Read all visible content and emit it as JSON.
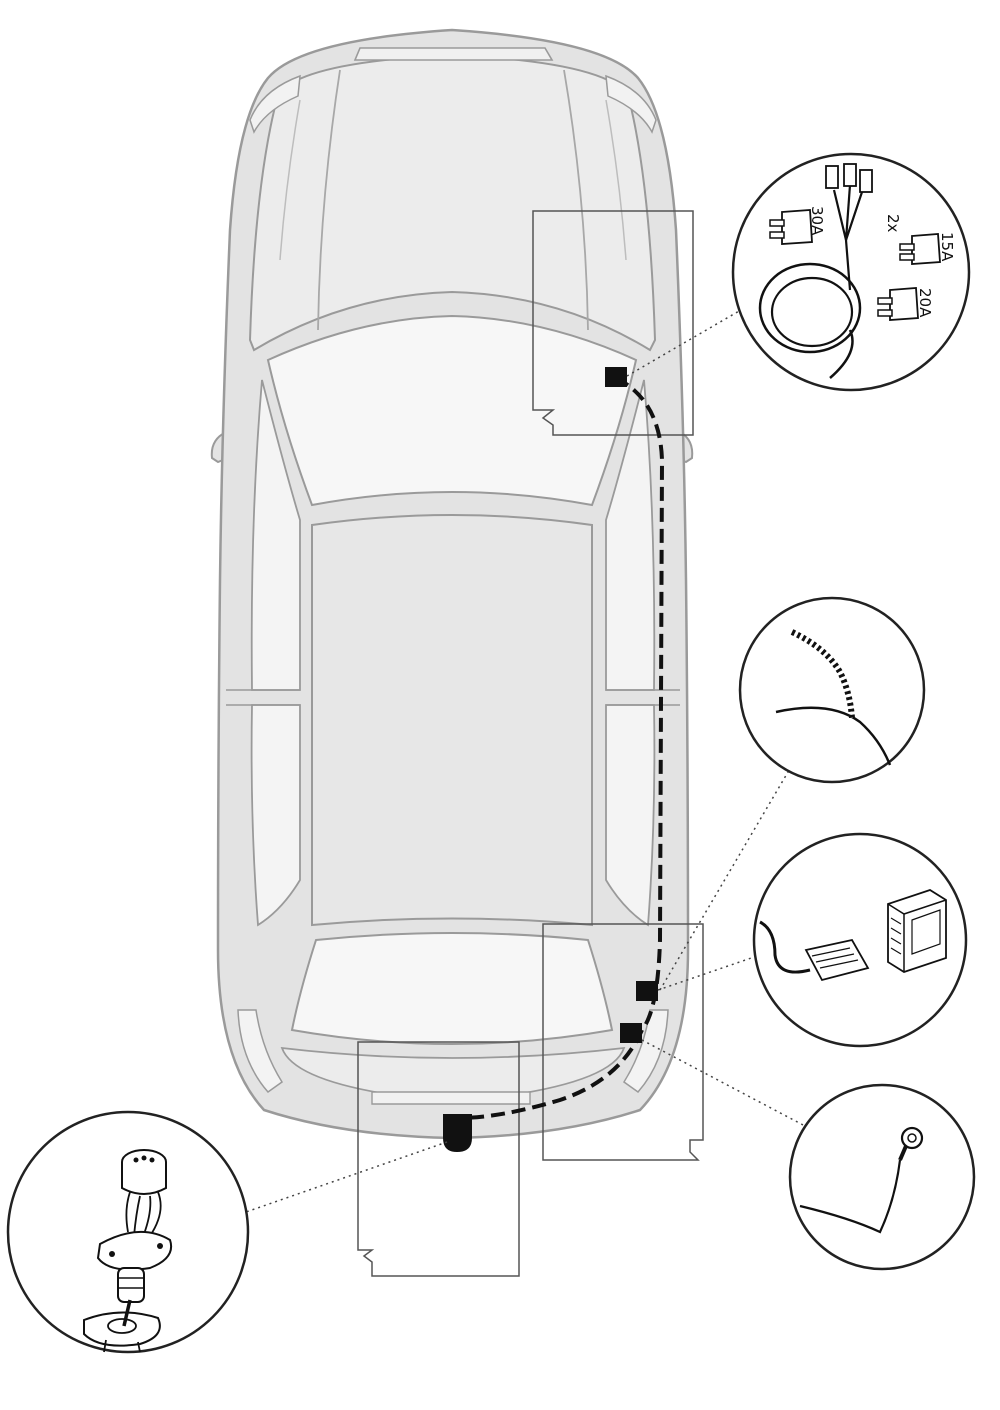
{
  "diagram": {
    "fuse_panel": {
      "fuse_30a": "30A",
      "quantity_prefix": "2x",
      "fuse_15a": "15A",
      "fuse_20a": "20A"
    },
    "icons": {
      "fuse_panel": "fuse-set-with-wire-icon",
      "cable_wrap": "braided-cable-icon",
      "module": "connector-and-control-module-icon",
      "ground": "ring-terminal-ground-icon",
      "socket": "tow-socket-icon"
    },
    "colors": {
      "car_body": "#e3e3e3",
      "car_outline": "#9a9a9a",
      "wire": "#111111",
      "leader": "#444444"
    }
  }
}
